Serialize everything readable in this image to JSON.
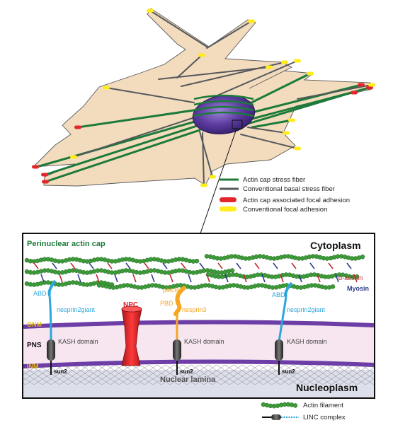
{
  "legend": {
    "cap_fiber": "Actin cap stress fiber",
    "basal_fiber": "Conventional basal stress fiber",
    "cap_adhesion": "Actin cap associated focal adhesion",
    "conv_adhesion": "Conventional focal adhesion"
  },
  "panel": {
    "title": "Perinuclear actin cap",
    "cytoplasm": "Cytoplasm",
    "nucleoplasm": "Nucleoplasm",
    "nuclear_lamina": "Nuclear lamina",
    "onm": "ONM",
    "inm": "INM",
    "pns": "PNS",
    "npc": "NPC",
    "alpha_actinin": "α-actinin",
    "myosin": "Myosin",
    "abd": "ABD",
    "plectin": "plectin",
    "pbd": "PBD",
    "nesprin2giant": "nesprin2giant",
    "nesprin3": "nesprin3",
    "kash_domain": "KASH domain",
    "sun2": "sun2"
  },
  "bottom_legend": {
    "actin_filament": "Actin filament",
    "linc_complex": "LINC complex"
  },
  "colors": {
    "cell_fill": "#f2dcbd",
    "cap_fiber": "#1c7a3a",
    "basal_fiber": "#55585c",
    "cap_adhesion": "#e3262b",
    "conv_adhesion": "#ffec1a",
    "nucleus": "#6a43a8",
    "membrane": "#6c3ea6",
    "pns_fill": "#f7e6f0",
    "npc": "#e0232b",
    "nesprin2": "#2ba6dc",
    "nesprin3": "#f5a623",
    "myosin": "#2c3b8f",
    "actinin": "#c4262e",
    "onm_text": "#e6b800"
  }
}
